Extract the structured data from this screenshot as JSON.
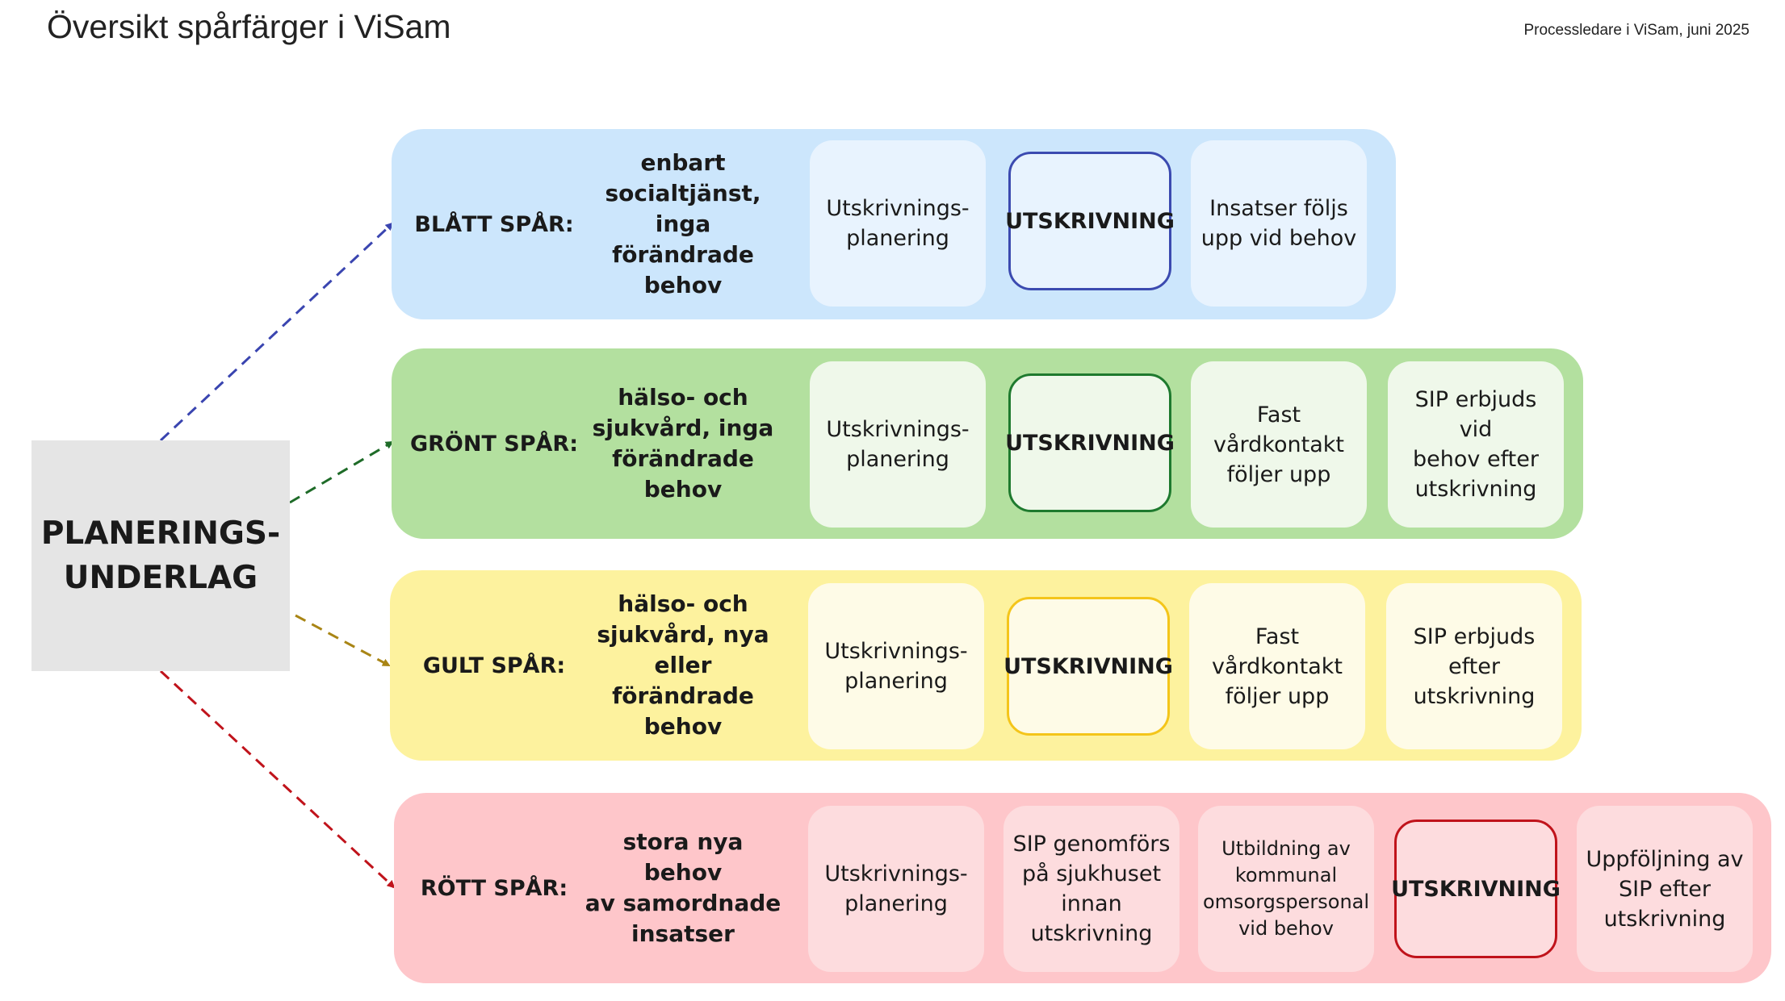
{
  "header": {
    "title": "Översikt spårfärger i ViSam",
    "subtitle": "Processledare i ViSam, juni 2025"
  },
  "source": {
    "line1": "PLANERINGS-",
    "line2": "UNDERLAG"
  },
  "colors": {
    "blue_bg": "#cce6fc",
    "blue_card": "#e8f3fe",
    "blue_border": "#3b4ab0",
    "blue_arrow": "#3a45b0",
    "green_bg": "#b3e09f",
    "green_card": "#eff8ea",
    "green_border": "#1e7a2e",
    "green_arrow": "#1e6b28",
    "yellow_bg": "#fdf29e",
    "yellow_card": "#fefbe7",
    "yellow_border": "#f4c51a",
    "yellow_arrow": "#a98515",
    "red_bg": "#fec6ca",
    "red_card": "#fddcde",
    "red_border": "#c0131b",
    "red_arrow": "#c0131b"
  },
  "tracks": [
    {
      "label": "BLÅTT SPÅR:",
      "description": [
        "enbart",
        "socialtjänst,",
        "inga förändrade",
        "behov"
      ],
      "cards": [
        {
          "lines": [
            "Utskrivnings-",
            "planering"
          ]
        },
        {
          "lines": [
            "UTSKRIVNING"
          ],
          "kind": "discharge"
        },
        {
          "lines": [
            "Insatser följs",
            "upp vid behov"
          ]
        }
      ]
    },
    {
      "label": "GRÖNT SPÅR:",
      "description": [
        "hälso- och",
        "sjukvård, inga",
        "förändrade",
        "behov"
      ],
      "cards": [
        {
          "lines": [
            "Utskrivnings-",
            "planering"
          ]
        },
        {
          "lines": [
            "UTSKRIVNING"
          ],
          "kind": "discharge"
        },
        {
          "lines": [
            "Fast",
            "vårdkontakt",
            "följer upp"
          ]
        },
        {
          "lines": [
            "SIP erbjuds vid",
            "behov efter",
            "utskrivning"
          ]
        }
      ]
    },
    {
      "label": "GULT SPÅR:",
      "description": [
        "hälso- och",
        "sjukvård, nya",
        "eller",
        "förändrade",
        "behov"
      ],
      "cards": [
        {
          "lines": [
            "Utskrivnings-",
            "planering"
          ]
        },
        {
          "lines": [
            "UTSKRIVNING"
          ],
          "kind": "discharge"
        },
        {
          "lines": [
            "Fast",
            "vårdkontakt",
            "följer upp"
          ]
        },
        {
          "lines": [
            "SIP erbjuds",
            "efter",
            "utskrivning"
          ]
        }
      ]
    },
    {
      "label": "RÖTT SPÅR:",
      "description": [
        "stora nya behov",
        "av samordnade",
        "insatser"
      ],
      "cards": [
        {
          "lines": [
            "Utskrivnings-",
            "planering"
          ]
        },
        {
          "lines": [
            "SIP genomförs",
            "på sjukhuset",
            "innan",
            "utskrivning"
          ]
        },
        {
          "lines": [
            "Utbildning av",
            "kommunal",
            "omsorgspersonal",
            "vid behov"
          ],
          "size": "small"
        },
        {
          "lines": [
            "UTSKRIVNING"
          ],
          "kind": "discharge"
        },
        {
          "lines": [
            "Uppföljning av",
            "SIP efter",
            "utskrivning"
          ]
        }
      ]
    }
  ]
}
